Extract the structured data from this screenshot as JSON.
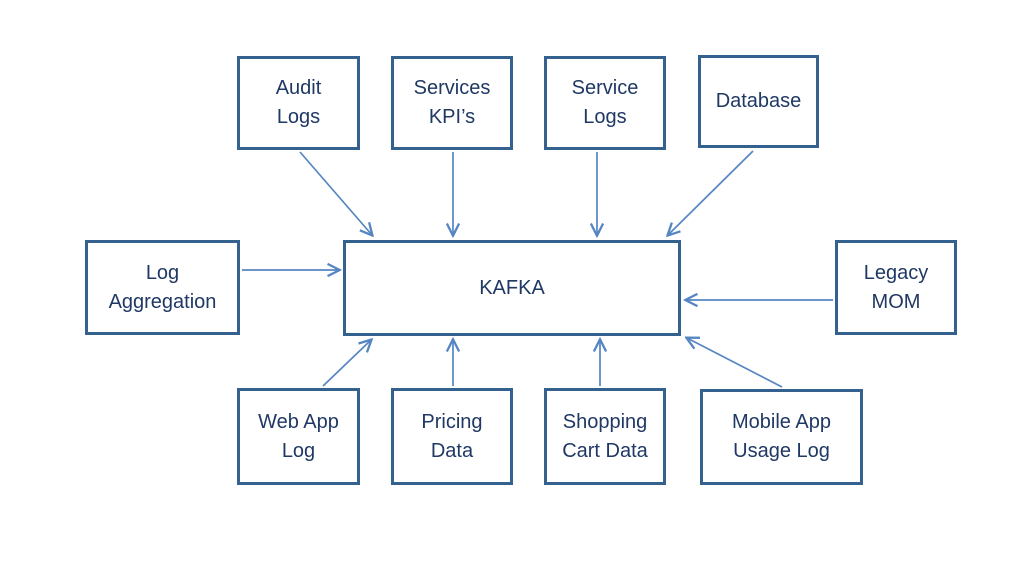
{
  "diagram": {
    "type": "hub-and-spoke",
    "center": "KAFKA",
    "colors": {
      "background": "#FFFFFF",
      "box_border": "#35618E",
      "box_fill": "#FFFFFF",
      "text": "#1F3864",
      "arrow": "#5585C2"
    }
  },
  "nodes": {
    "kafka": {
      "label": "KAFKA"
    },
    "audit_logs": {
      "label": "Audit\nLogs"
    },
    "services_kpis": {
      "label": "Services\nKPI’s"
    },
    "service_logs": {
      "label": "Service\nLogs"
    },
    "database": {
      "label": "Database"
    },
    "log_aggregation": {
      "label": "Log\nAggregation"
    },
    "legacy_mom": {
      "label": "Legacy\nMOM"
    },
    "web_app_log": {
      "label": "Web App\nLog"
    },
    "pricing_data": {
      "label": "Pricing\nData"
    },
    "shopping_cart_data": {
      "label": "Shopping\nCart Data"
    },
    "mobile_app_usage_log": {
      "label": "Mobile App\nUsage Log"
    }
  },
  "edges": [
    {
      "from": "Audit Logs",
      "to": "KAFKA"
    },
    {
      "from": "Services KPI’s",
      "to": "KAFKA"
    },
    {
      "from": "Service Logs",
      "to": "KAFKA"
    },
    {
      "from": "Database",
      "to": "KAFKA"
    },
    {
      "from": "Log Aggregation",
      "to": "KAFKA"
    },
    {
      "from": "Legacy MOM",
      "to": "KAFKA"
    },
    {
      "from": "Web App Log",
      "to": "KAFKA"
    },
    {
      "from": "Pricing Data",
      "to": "KAFKA"
    },
    {
      "from": "Shopping Cart Data",
      "to": "KAFKA"
    },
    {
      "from": "Mobile App Usage Log",
      "to": "KAFKA"
    }
  ]
}
